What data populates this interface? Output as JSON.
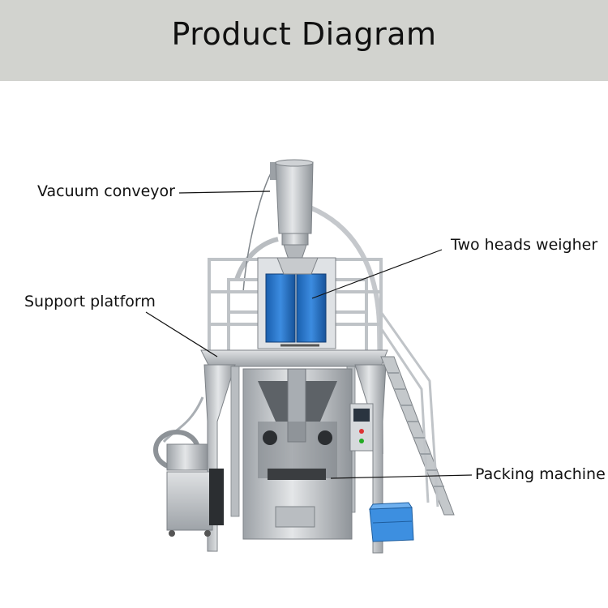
{
  "header": {
    "title": "Product Diagram"
  },
  "labels": {
    "vacuum_conveyor": "Vacuum conveyor",
    "two_heads_weigher": "Two heads weigher",
    "support_platform": "Support platform",
    "packing_machine": "Packing machine"
  },
  "colors": {
    "header_bg": "#d2d3cf",
    "steel": "#c9ccd0",
    "steel_dark": "#8d9297",
    "hopper_blue": "#1f6fc4",
    "crate_blue": "#3d8fe0"
  }
}
